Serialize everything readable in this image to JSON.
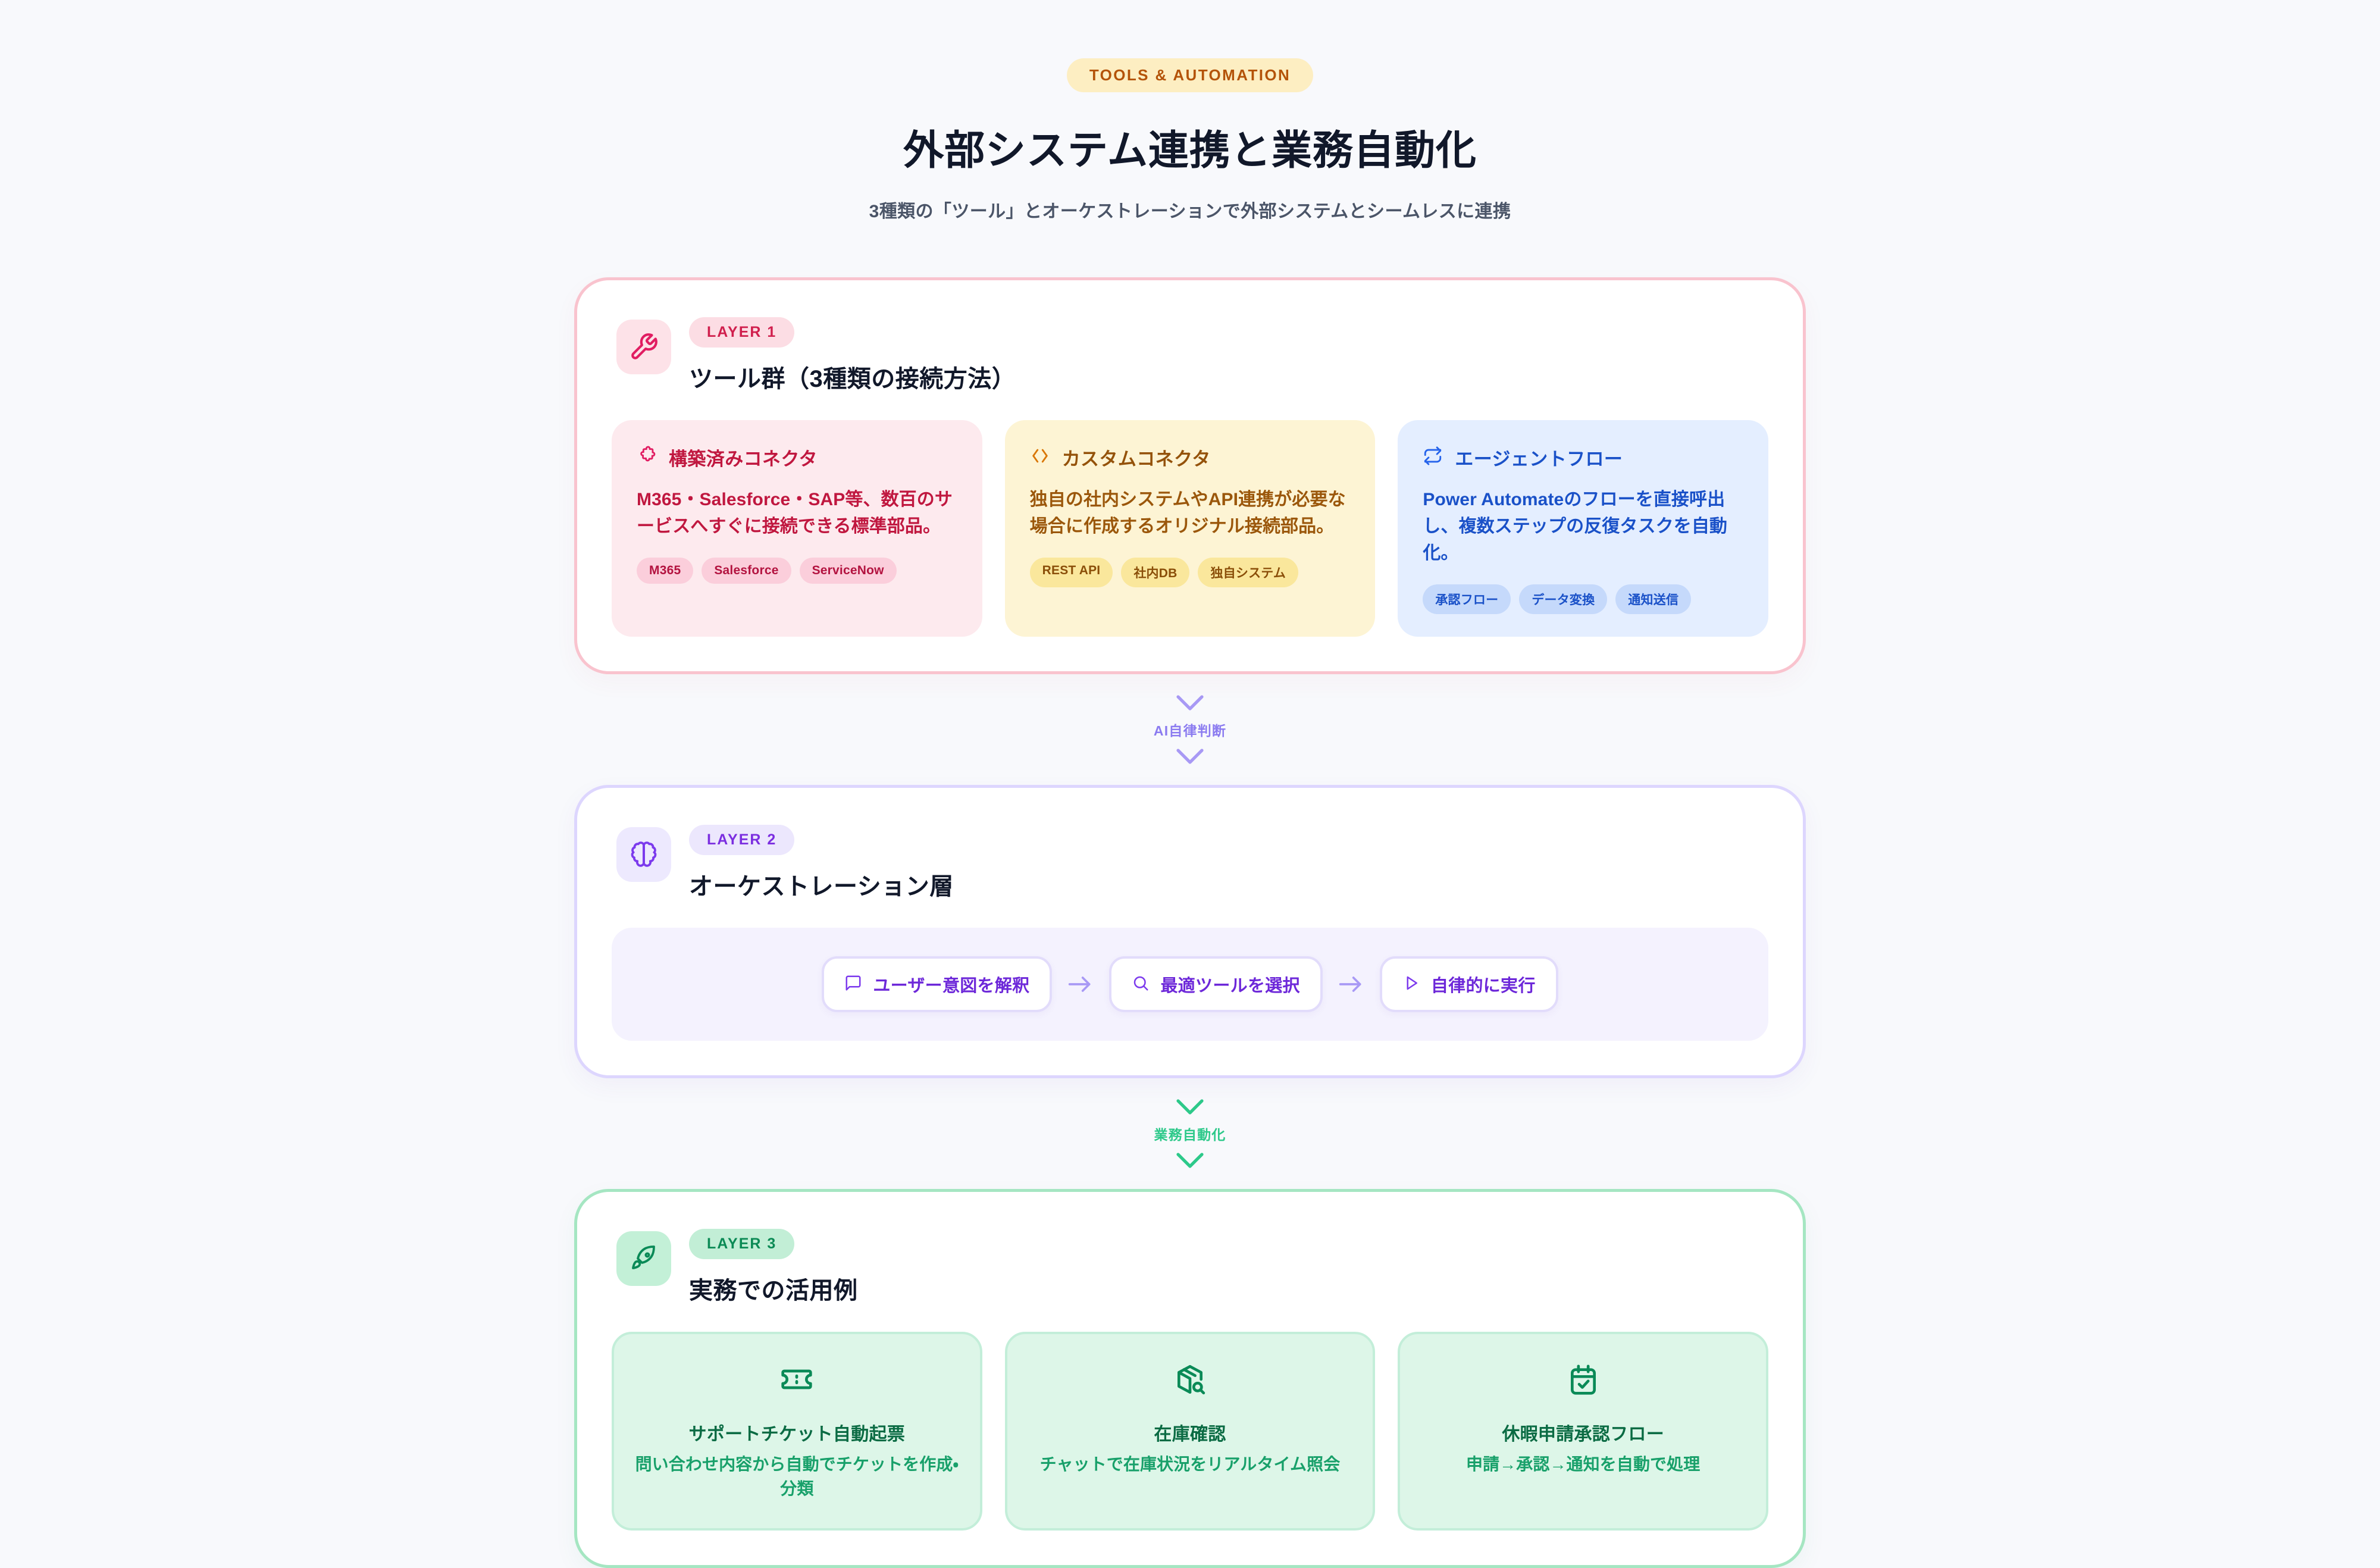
{
  "header": {
    "eyebrow": "TOOLS & AUTOMATION",
    "title": "外部システム連携と業務自動化",
    "subtitle": "3種類の「ツール」とオーケストレーションで外部システムとシームレスに連携"
  },
  "colors": {
    "page_background": "#f8f9fc",
    "layer1_border": "#f9c3ce",
    "layer2_border": "#ddd6fe",
    "layer3_border": "#a5e6c2",
    "eyebrow_bg": "#fdeec2",
    "eyebrow_text": "#b45309",
    "rose_accent": "#c0173f",
    "amber_accent": "#94520a",
    "blue_accent": "#1a51c8",
    "purple_accent": "#6d28d9",
    "green_accent": "#0a6b43"
  },
  "layer1": {
    "badge": "LAYER 1",
    "icon": "wrench-icon",
    "title": "ツール群（3種類の接続方法）",
    "cards": [
      {
        "icon": "puzzle-piece-icon",
        "title": "構築済みコネクタ",
        "desc": "M365・Salesforce・SAP等、数百のサービスへすぐに接続できる標準部品。",
        "tags": [
          "M365",
          "Salesforce",
          "ServiceNow"
        ]
      },
      {
        "icon": "code-brackets-icon",
        "title": "カスタムコネクタ",
        "desc": "独自の社内システムやAPI連携が必要な場合に作成するオリジナル接続部品。",
        "tags": [
          "REST API",
          "社内DB",
          "独自システム"
        ]
      },
      {
        "icon": "refresh-cycle-icon",
        "title": "エージェントフロー",
        "desc": "Power Automateのフローを直接呼出し、複数ステップの反復タスクを自動化。",
        "tags": [
          "承認フロー",
          "データ変換",
          "通知送信"
        ]
      }
    ]
  },
  "connector1": {
    "label": "AI自律判断",
    "color": "#8b7bf0"
  },
  "layer2": {
    "badge": "LAYER 2",
    "icon": "brain-icon",
    "title": "オーケストレーション層",
    "steps": [
      {
        "icon": "message-square-icon",
        "label": "ユーザー意図を解釈"
      },
      {
        "icon": "search-icon",
        "label": "最適ツールを選択"
      },
      {
        "icon": "play-icon",
        "label": "自律的に実行"
      }
    ],
    "step_separator": "arrow-right-icon"
  },
  "connector2": {
    "label": "業務自動化",
    "color": "#2dc98a"
  },
  "layer3": {
    "badge": "LAYER 3",
    "icon": "rocket-icon",
    "title": "実務での活用例",
    "cards": [
      {
        "icon": "ticket-icon",
        "title": "サポートチケット自動起票",
        "desc": "問い合わせ内容から自動でチケットを作成・分類"
      },
      {
        "icon": "package-search-icon",
        "title": "在庫確認",
        "desc": "チャットで在庫状況をリアルタイム照会"
      },
      {
        "icon": "calendar-check-icon",
        "title": "休暇申請承認フロー",
        "desc": "申請→承認→通知を自動で処理"
      }
    ]
  }
}
